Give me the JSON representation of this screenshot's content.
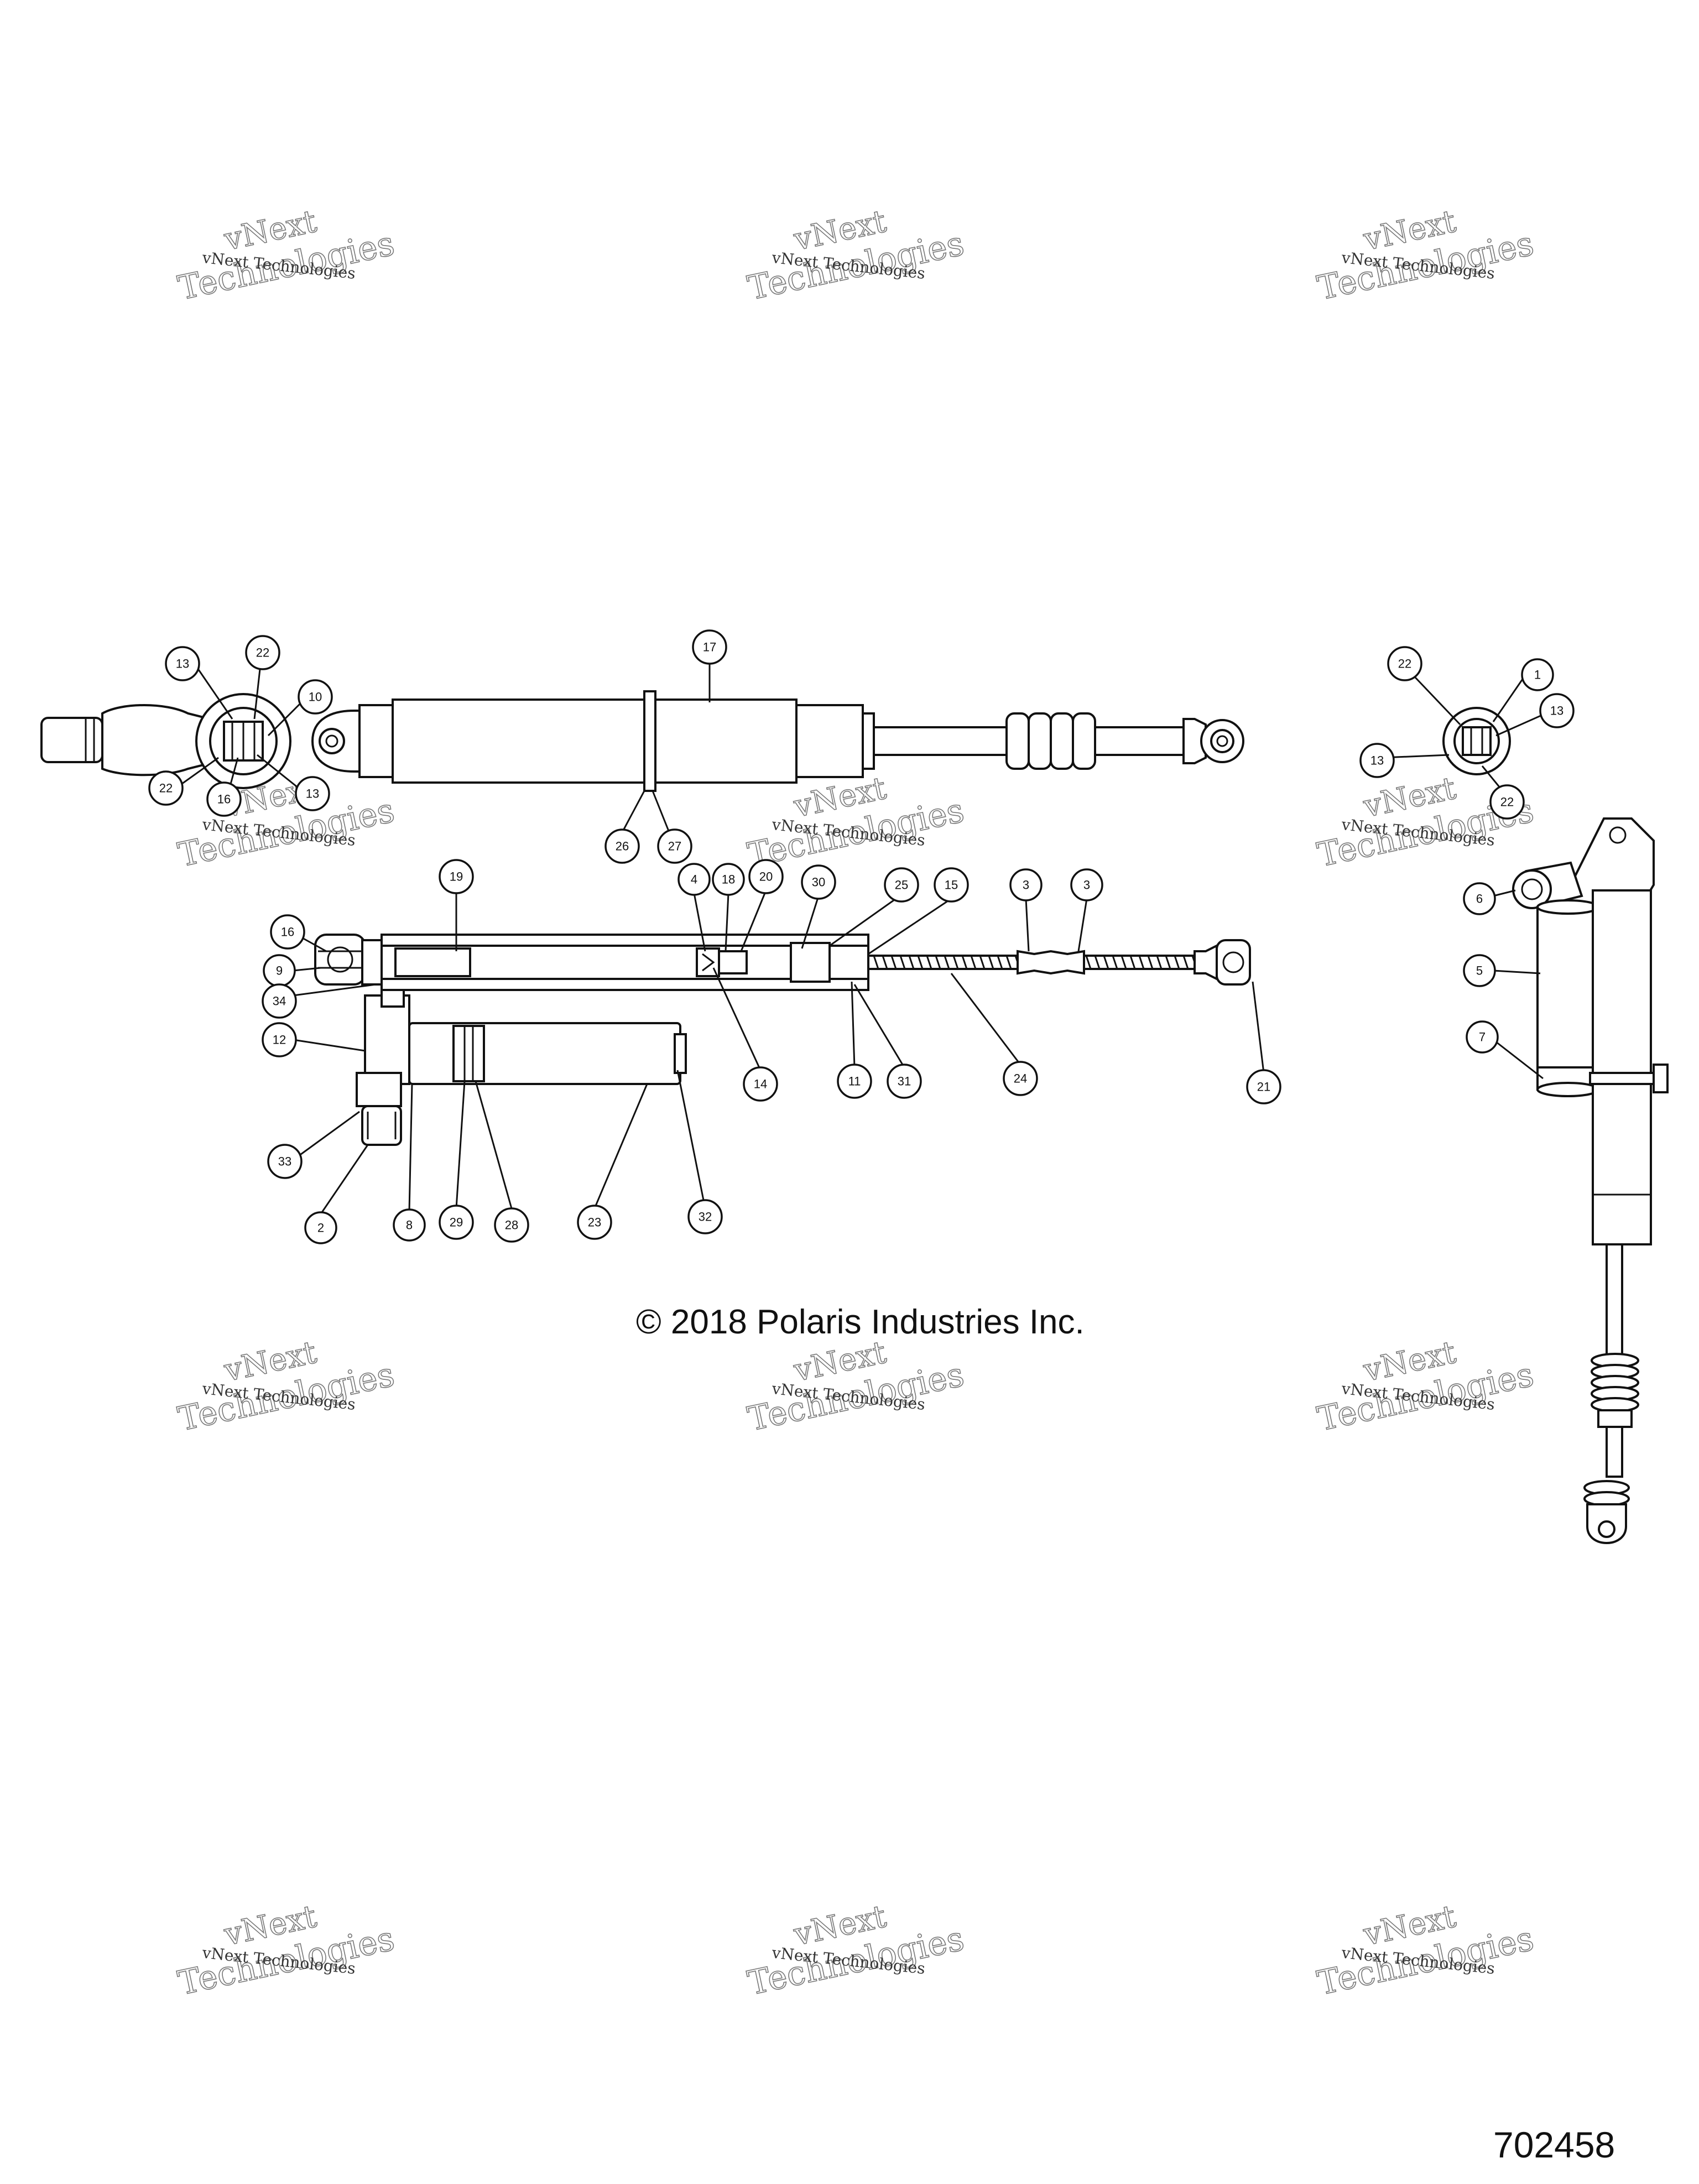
{
  "copyright": "© 2018 Polaris Industries Inc.",
  "diagram_number": "702458",
  "watermark": {
    "line1": "vNext",
    "line2": "Technologies",
    "small": "vNext Technologies"
  },
  "callouts": {
    "c13a": "13",
    "c22a": "22",
    "c10": "10",
    "c22b": "22",
    "c16a": "16",
    "c13b": "13",
    "c17": "17",
    "c26": "26",
    "c27": "27",
    "c22c": "22",
    "c1": "1",
    "c13c": "13",
    "c13d": "13",
    "c22d": "22",
    "c19": "19",
    "c4": "4",
    "c18": "18",
    "c20": "20",
    "c30": "30",
    "c25": "25",
    "c15": "15",
    "c3a": "3",
    "c3b": "3",
    "c16b": "16",
    "c9": "9",
    "c34": "34",
    "c14": "14",
    "c11": "11",
    "c31": "31",
    "c24": "24",
    "c21": "21",
    "c12": "12",
    "c33": "33",
    "c2": "2",
    "c8": "8",
    "c29": "29",
    "c28": "28",
    "c23": "23",
    "c32": "32",
    "c6": "6",
    "c5": "5",
    "c7": "7"
  }
}
